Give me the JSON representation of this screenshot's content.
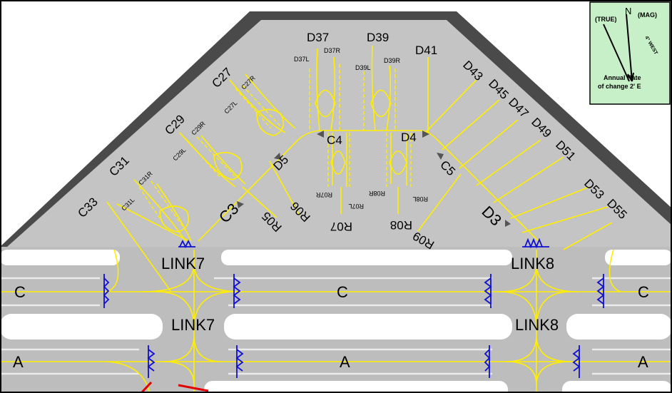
{
  "compass": {
    "true_label": "(TRUE)",
    "north_label": "N",
    "mag_label": "(MAG)",
    "variation_label": "4° WEST",
    "rate_line1": "Annual Rate",
    "rate_line2": "of change 2' E"
  },
  "taxiways": {
    "c_left": "C",
    "c_mid": "C",
    "c_right": "C",
    "a_left": "A",
    "a_mid": "A",
    "a_right": "A",
    "link7_upper": "LINK7",
    "link7_lower": "LINK7",
    "link8_upper": "LINK8",
    "link8_lower": "LINK8",
    "c3": "C3",
    "c4": "C4",
    "c5": "C5",
    "d3": "D3",
    "d4": "D4",
    "d5": "D5"
  },
  "stands": {
    "c27": "C27",
    "c27l": "C27L",
    "c27r": "C27R",
    "c29": "C29",
    "c29l": "C29L",
    "c29r": "C29R",
    "c31": "C31",
    "c31l": "C31L",
    "c31r": "C31R",
    "c33": "C33",
    "d37": "D37",
    "d37l": "D37L",
    "d37r": "D37R",
    "d39": "D39",
    "d39l": "D39L",
    "d39r": "D39R",
    "d41": "D41",
    "d43": "D43",
    "d45": "D45",
    "d47": "D47",
    "d49": "D49",
    "d51": "D51",
    "d53": "D53",
    "d55": "D55",
    "r05": "R05",
    "r06": "R06",
    "r07": "R07",
    "r07l": "R07L",
    "r07r": "R07R",
    "r08": "R08",
    "r08l": "R08L",
    "r08r": "R08R",
    "r09": "R09"
  }
}
